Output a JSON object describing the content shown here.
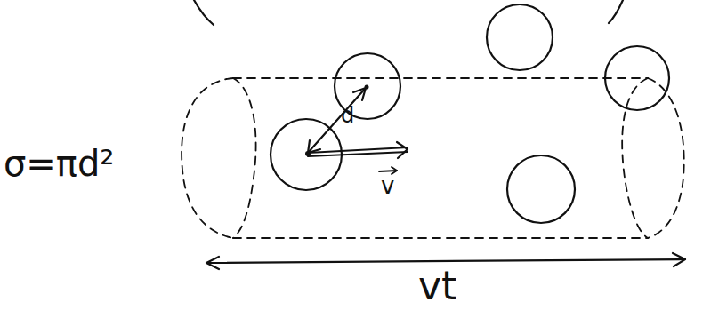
{
  "diagram": {
    "labels": [
      "σ=πd²",
      "d",
      "v",
      "vt"
    ]
  }
}
